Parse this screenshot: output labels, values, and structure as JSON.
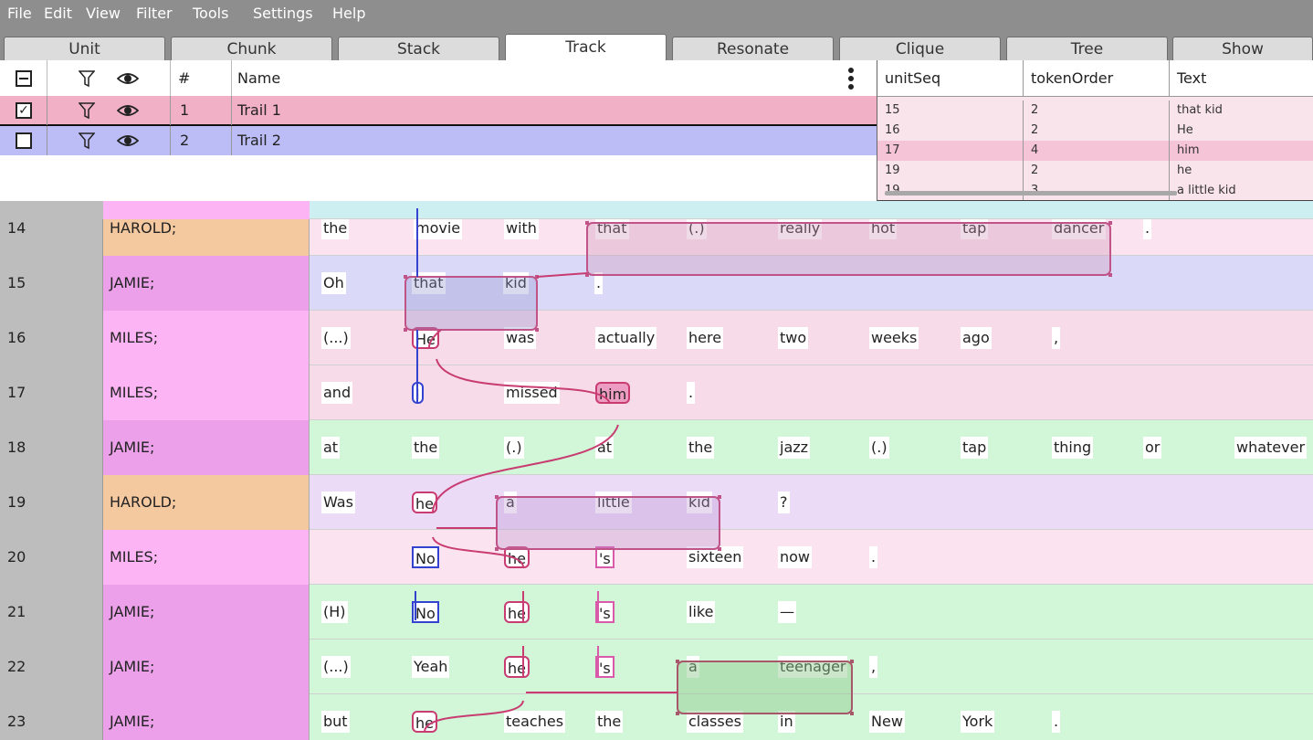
{
  "menu": [
    "File",
    "Edit",
    "View",
    "Filter",
    "Tools",
    "Settings",
    "Help"
  ],
  "tabs": [
    {
      "label": "Unit",
      "active": false
    },
    {
      "label": "Chunk",
      "active": false
    },
    {
      "label": "Stack",
      "active": false
    },
    {
      "label": "Track",
      "active": true
    },
    {
      "label": "Resonate",
      "active": false
    },
    {
      "label": "Clique",
      "active": false
    },
    {
      "label": "Tree",
      "active": false
    },
    {
      "label": "Show",
      "active": false
    }
  ],
  "trail_table": {
    "headers": {
      "num": "#",
      "name": "Name"
    },
    "rows": [
      {
        "checked": true,
        "num": "1",
        "name": "Trail 1",
        "color": "#f2b0c7"
      },
      {
        "checked": false,
        "num": "2",
        "name": "Trail 2",
        "color": "#bcbcf7"
      }
    ]
  },
  "token_table": {
    "headers": [
      "unitSeq",
      "tokenOrder",
      "Text"
    ],
    "rows": [
      {
        "unitSeq": "15",
        "tokenOrder": "2",
        "text": "that kid",
        "selected": false
      },
      {
        "unitSeq": "16",
        "tokenOrder": "2",
        "text": "He",
        "selected": false
      },
      {
        "unitSeq": "17",
        "tokenOrder": "4",
        "text": "him",
        "selected": true
      },
      {
        "unitSeq": "19",
        "tokenOrder": "2",
        "text": "he",
        "selected": false
      },
      {
        "unitSeq": "19",
        "tokenOrder": "3",
        "text": "a little kid",
        "selected": false
      }
    ]
  },
  "colors": {
    "speaker_harold": "#f5c9a0",
    "speaker_jamie": "#eba0e9",
    "speaker_miles": "#fdb4f5",
    "trail_1": "#c83c72",
    "trail_2": "#3342cf",
    "stack": "#d85aa8"
  },
  "units": [
    {
      "seq": "14",
      "speaker": "HAROLD;",
      "bg": "#fbe3ef",
      "speaker_color": "#f5c9a0",
      "words": [
        "the",
        "movie",
        "with",
        "that",
        "(.)",
        "really",
        "hot",
        "tap",
        "dancer",
        "."
      ]
    },
    {
      "seq": "15",
      "speaker": "JAMIE;",
      "bg": "#dadaf8",
      "speaker_color": "#eba0e9",
      "words": [
        "Oh",
        "that",
        "kid",
        "."
      ]
    },
    {
      "seq": "16",
      "speaker": "MILES;",
      "bg": "#f7dbe9",
      "speaker_color": "#fdb4f5",
      "words": [
        "(...)",
        "He",
        "was",
        "actually",
        "here",
        "two",
        "weeks",
        "ago",
        ","
      ]
    },
    {
      "seq": "17",
      "speaker": "MILES;",
      "bg": "#f7dbe9",
      "speaker_color": "#fdb4f5",
      "words": [
        "and",
        "I",
        "missed",
        "him",
        "."
      ]
    },
    {
      "seq": "18",
      "speaker": "JAMIE;",
      "bg": "#d1f7d8",
      "speaker_color": "#eba0e9",
      "words": [
        "at",
        "the",
        "(.)",
        "at",
        "the",
        "jazz",
        "(.)",
        "tap",
        "thing",
        "or",
        "whatever"
      ]
    },
    {
      "seq": "19",
      "speaker": "HAROLD;",
      "bg": "#ebdbf7",
      "speaker_color": "#f5c9a0",
      "words": [
        "Was",
        "he",
        "a",
        "little",
        "kid",
        "?"
      ]
    },
    {
      "seq": "20",
      "speaker": "MILES;",
      "bg": "#fbe3ef",
      "speaker_color": "#fdb4f5",
      "words": [
        "No",
        "he",
        "'s",
        "sixteen",
        "now",
        "."
      ]
    },
    {
      "seq": "21",
      "speaker": "JAMIE;",
      "bg": "#d1f7d8",
      "speaker_color": "#eba0e9",
      "words": [
        "(H)",
        "No",
        "he",
        "'s",
        "like",
        "—"
      ]
    },
    {
      "seq": "22",
      "speaker": "JAMIE;",
      "bg": "#d1f7d8",
      "speaker_color": "#eba0e9",
      "words": [
        "(...)",
        "Yeah",
        "he",
        "'s",
        "a",
        "teenager",
        ","
      ]
    },
    {
      "seq": "23",
      "speaker": "JAMIE;",
      "bg": "#d1f7d8",
      "speaker_color": "#eba0e9",
      "words": [
        "but",
        "he",
        "teaches",
        "the",
        "classes",
        "in",
        "New",
        "York",
        "."
      ]
    }
  ]
}
